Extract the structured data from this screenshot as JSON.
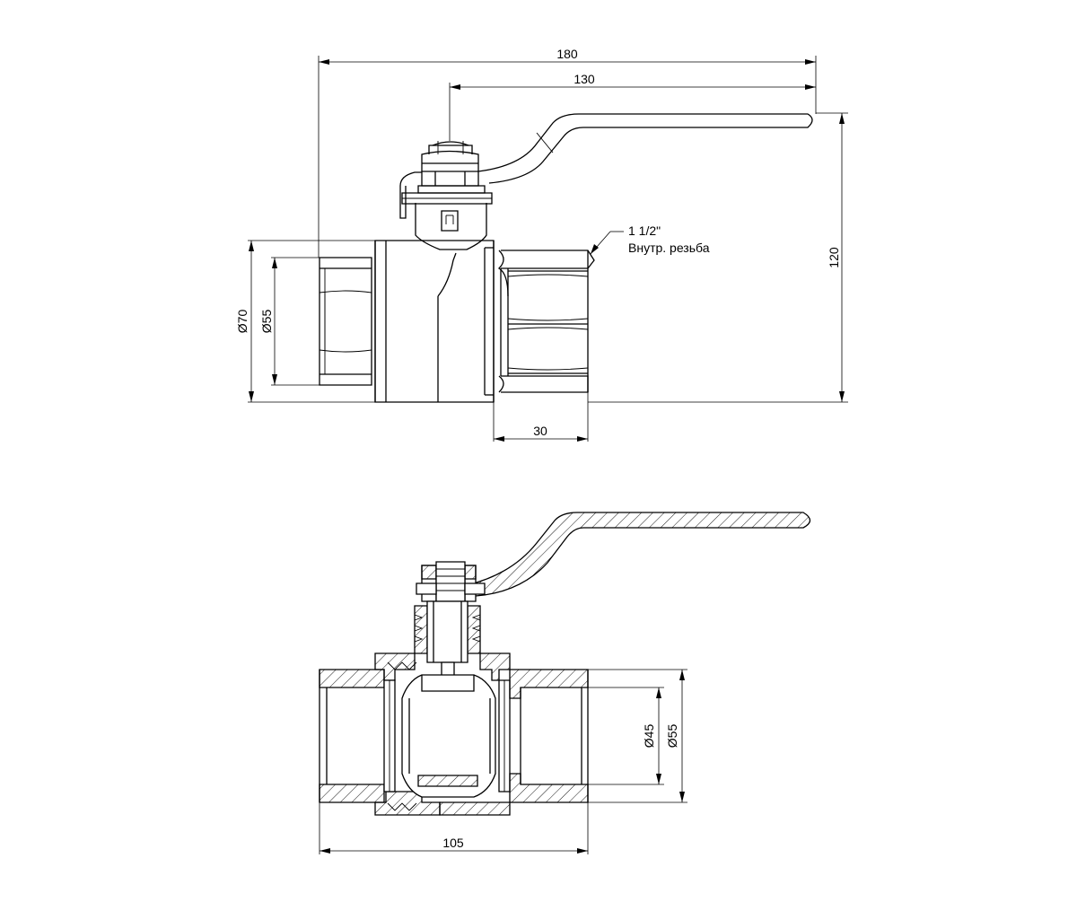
{
  "dimensions": {
    "overall_length": "180",
    "handle_length": "130",
    "height": "120",
    "outer_diameter": "Ø70",
    "body_diameter_top": "Ø55",
    "thread_depth": "30",
    "bore_diameter": "Ø45",
    "body_diameter_section": "Ø55",
    "body_length": "105"
  },
  "callout": {
    "thread_size": "1 1/2\"",
    "thread_type": "Внутр. резьба"
  },
  "colors": {
    "line": "#000000",
    "background": "#ffffff"
  }
}
